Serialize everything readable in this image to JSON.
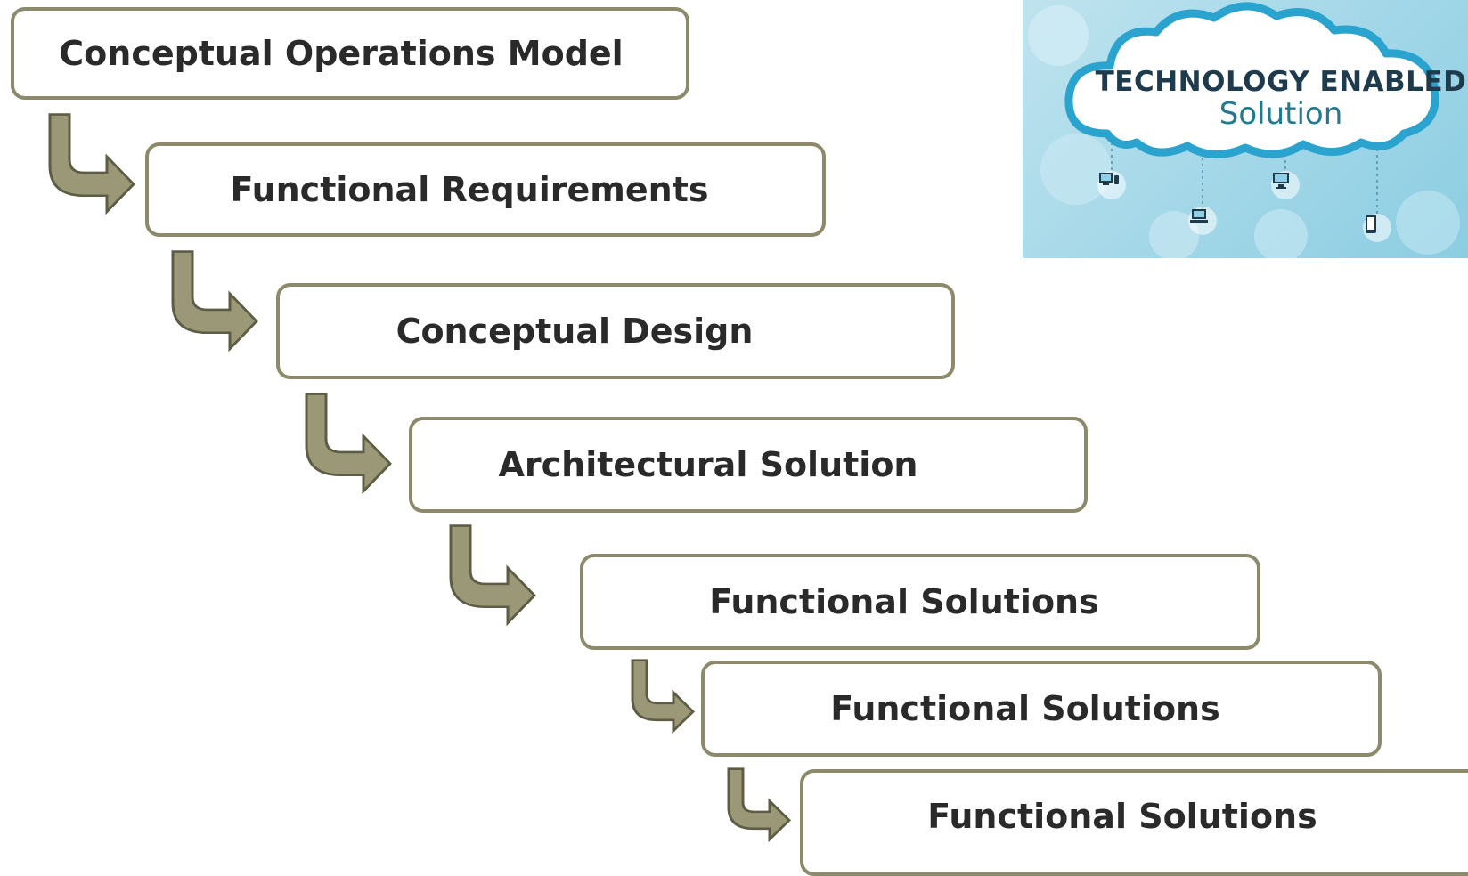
{
  "steps": [
    "Conceptual Operations Model",
    "Functional Requirements",
    "Conceptual Design",
    "Architectural Solution",
    "Functional Solutions",
    "Functional Solutions",
    "Functional Solutions"
  ],
  "banner": {
    "line1": "TECHNOLOGY ENABLED",
    "line2": "Solution",
    "device_icons": [
      "desktop-mobile-icon",
      "laptop-icon",
      "desktop-icon",
      "tablet-icon"
    ]
  },
  "colors": {
    "box_border": "#8c8a6b",
    "arrow_fill": "#9a9877",
    "arrow_stroke": "#5e5c45",
    "text": "#2a2a2a",
    "banner_bg": "#a7d9e9",
    "cloud_border": "#2aa3cf"
  }
}
